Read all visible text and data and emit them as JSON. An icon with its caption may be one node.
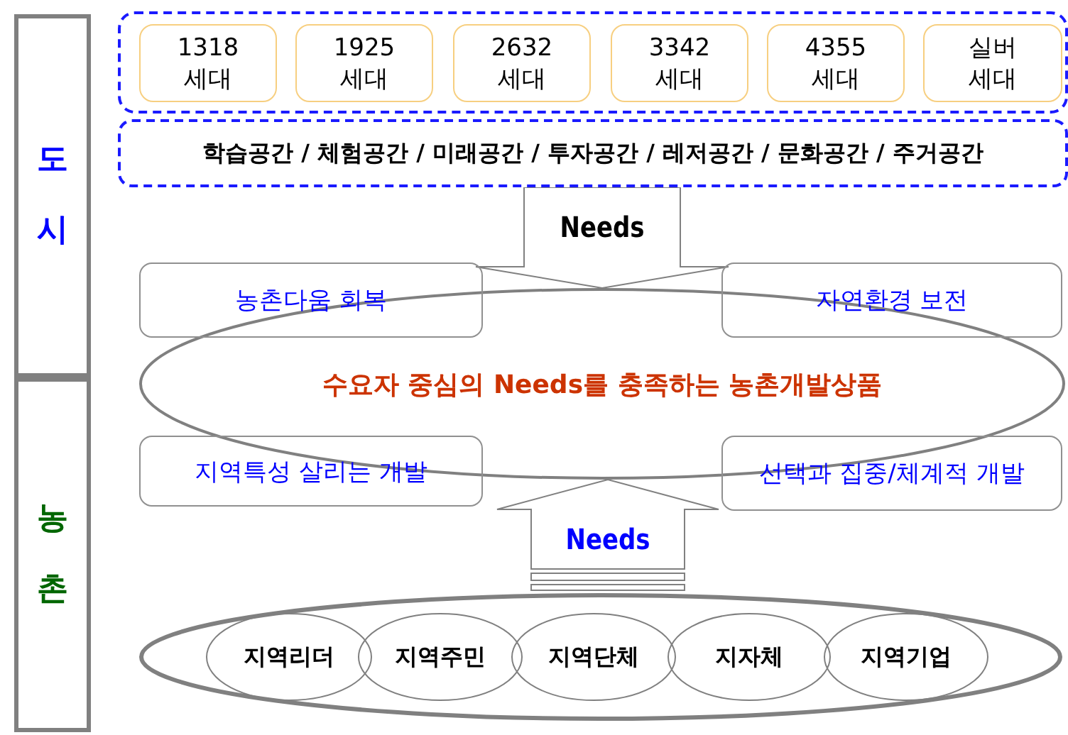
{
  "diagram": {
    "nodes": [
      {
        "text": [
          "도 시"
        ]
      },
      {
        "text": [
          "농 촌"
        ]
      },
      {
        "text": [],
        "shape": "box"
      },
      {
        "text": [
          "1318 세대"
        ],
        "in": 2
      },
      {
        "text": [
          "1925 세대"
        ],
        "in": 2
      },
      {
        "text": [
          "2632 세대"
        ],
        "in": 2
      },
      {
        "text": [
          "3342 세대"
        ],
        "in": 2
      },
      {
        "text": [
          "4355 세대"
        ],
        "in": 2
      },
      {
        "text": [
          "실버 세대"
        ],
        "in": 2
      },
      {
        "text": [
          "학습공간 / 체험공간 / 미래공간 / 투자공간 / 레저공간 / 문화공간 / 주거공간"
        ]
      },
      {
        "text": [
          "수요자 중심의 Needs를 충족하는 농촌개발상품"
        ]
      },
      {
        "text": [
          "농촌다움 회복"
        ]
      },
      {
        "text": [
          "자연환경 보전"
        ]
      },
      {
        "text": [
          "지역특성 살리는 개발"
        ]
      },
      {
        "text": [
          "선택과 집중/체계적 개발"
        ]
      },
      {
        "text": [],
        "shape": "ellipse"
      },
      {
        "text": [
          "지역리더"
        ],
        "in": 15
      },
      {
        "text": [
          "지역주민"
        ],
        "in": 15
      },
      {
        "text": [
          "지역단체"
        ],
        "in": 15
      },
      {
        "text": [
          "지자체"
        ],
        "in": 15
      },
      {
        "text": [
          "지역기업"
        ],
        "in": 15
      }
    ],
    "edges": [
      {
        "from": 9,
        "to": 10,
        "arrow": "to",
        "label": "Needs"
      },
      {
        "from": 15,
        "to": 10,
        "arrow": "to",
        "label": "Needs"
      }
    ]
  }
}
